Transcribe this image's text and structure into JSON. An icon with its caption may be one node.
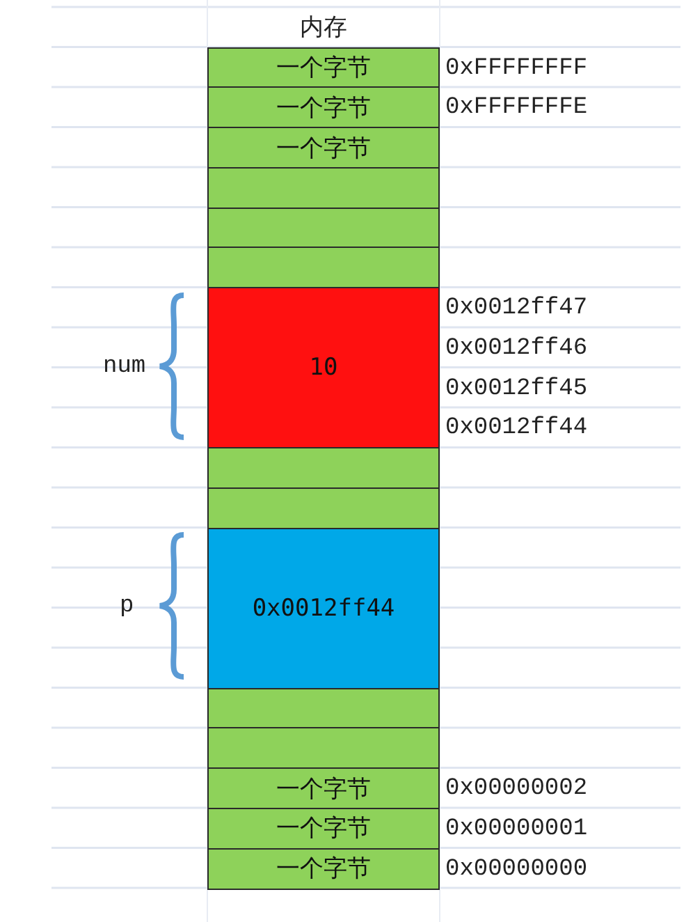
{
  "diagram": {
    "title": "内存",
    "nodes": [
      {
        "text": [
          "一个字节"
        ],
        "beside": [
          "0xFFFFFFFF"
        ]
      },
      {
        "text": [
          "一个字节"
        ],
        "beside": [
          "0xFFFFFFFE"
        ]
      },
      {
        "text": [
          "一个字节"
        ]
      },
      {
        "text": [],
        "shape": "box"
      },
      {
        "text": [],
        "shape": "box"
      },
      {
        "text": [],
        "shape": "box"
      },
      {
        "text": [
          "10"
        ],
        "beside": [
          "0x0012ff47",
          "0x0012ff46",
          "0x0012ff45",
          "0x0012ff44"
        ]
      },
      {
        "text": [],
        "shape": "box"
      },
      {
        "text": [],
        "shape": "box"
      },
      {
        "text": [
          "0x0012ff44"
        ]
      },
      {
        "text": [],
        "shape": "box"
      },
      {
        "text": [],
        "shape": "box"
      },
      {
        "text": [
          "一个字节"
        ],
        "beside": [
          "0x00000002"
        ]
      },
      {
        "text": [
          "一个字节"
        ],
        "beside": [
          "0x00000001"
        ]
      },
      {
        "text": [
          "一个字节"
        ],
        "beside": [
          "0x00000000"
        ]
      }
    ],
    "edges": [],
    "labels": [
      "num",
      "p"
    ]
  }
}
